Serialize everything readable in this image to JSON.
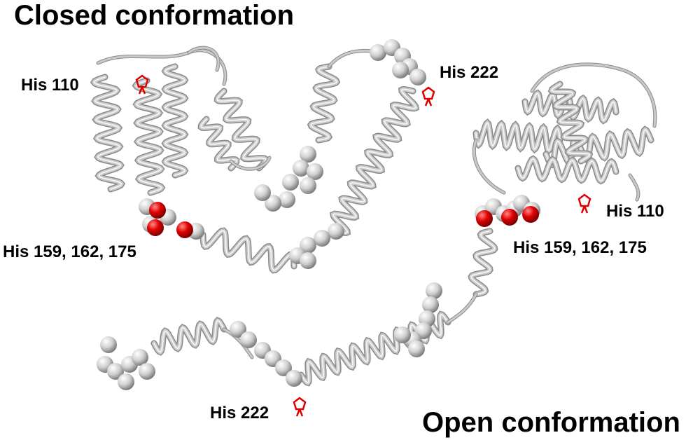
{
  "titles": {
    "closed": "Closed conformation",
    "open": "Open conformation"
  },
  "labels": {
    "closed_his110": "His 110",
    "closed_his222": "His 222",
    "closed_his_cluster": "His 159, 162, 175",
    "open_his110": "His 110",
    "open_his_cluster": "His 159, 162, 175",
    "open_his222": "His 222"
  },
  "colors": {
    "ribbon": "#c9c9c9",
    "ribbon_dark": "#8a8a8a",
    "sphere": "#d4d4d4",
    "histidine": "#e00000"
  },
  "icons": {
    "residue_marker": "histidine-ring-icon"
  }
}
